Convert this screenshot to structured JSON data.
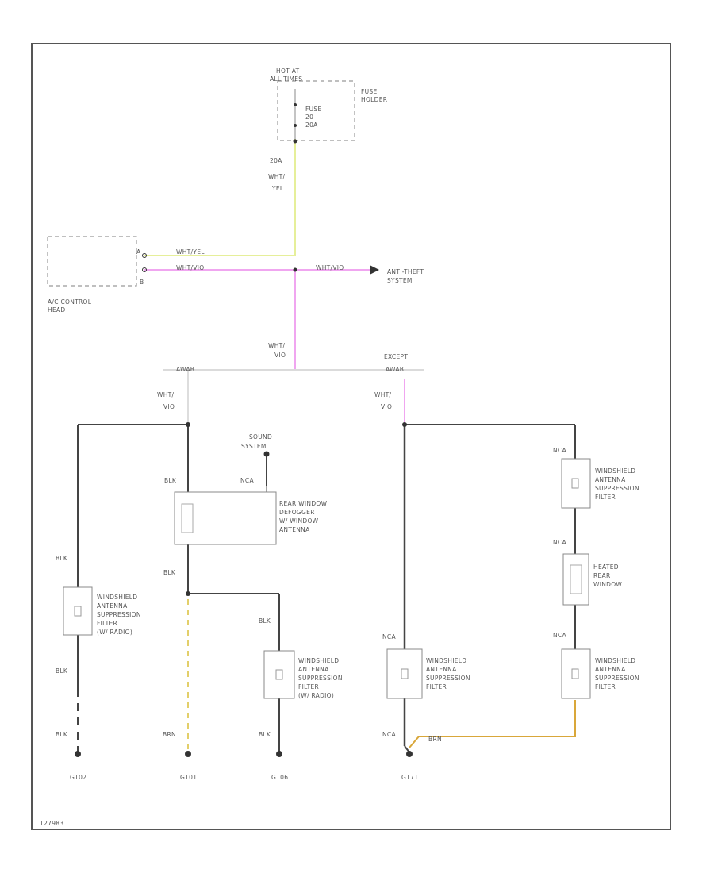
{
  "labels": {
    "hot_at": "HOT AT",
    "all_times": "ALL TIMES",
    "fuse_holder_1": "FUSE",
    "fuse_holder_2": "HOLDER",
    "fuse_1": "FUSE",
    "fuse_2": "20",
    "fuse_3": "20A",
    "w1_1": "20A",
    "w1_2": "WHT/",
    "w1_3": "YEL",
    "wire_wht_yel": "WHT/YEL",
    "wire_wht_vio_left": "WHT/VIO",
    "wire_wht_vio_right": "WHT/VIO",
    "ac_head_1": "A/C CONTROL",
    "ac_head_2": "HEAD",
    "antitheft_1": "ANTI-THEFT",
    "antitheft_2": "SYSTEM",
    "pin_a": "A",
    "pin_b": "B",
    "wv1_1": "WHT/",
    "wv1_2": "VIO",
    "branch_left": "AWAB",
    "branch_except": "EXCEPT",
    "branch_right": "AWAB",
    "wvl_1": "WHT/",
    "wvl_2": "VIO",
    "wvr_1": "WHT/",
    "wvr_2": "VIO",
    "sound_1": "SOUND",
    "sound_2": "SYSTEM",
    "blk_top": "BLK",
    "nca_top": "NCA",
    "rear_1": "REAR WINDOW",
    "rear_2": "DEFOGGER",
    "rear_3": "W/ WINDOW",
    "rear_4": "ANTENNA",
    "blk_left_upper": "BLK",
    "ws_left_1": "WINDSHIELD",
    "ws_left_2": "ANTENNA",
    "ws_left_3": "SUPPRESSION",
    "ws_left_4": "FILTER",
    "ws_left_5": "(W/ RADIO)",
    "blk_left_mid": "BLK",
    "blk_left_low": "BLK",
    "blk_mid": "BLK",
    "brn_mid": "BRN",
    "blk_c1": "BLK",
    "ws_c1_1": "WINDSHIELD",
    "ws_c1_2": "ANTENNA",
    "ws_c1_3": "SUPPRESSION",
    "ws_c1_4": "FILTER",
    "ws_c1_5": "(W/ RADIO)",
    "blk_c1_low": "BLK",
    "nca_c2": "NCA",
    "ws_c2_1": "WINDSHIELD",
    "ws_c2_2": "ANTENNA",
    "ws_c2_3": "SUPPRESSION",
    "ws_c2_4": "FILTER",
    "nca_c2_low": "NCA",
    "brn_c2": "BRN",
    "nca_r1": "NCA",
    "ws_r1_1": "WINDSHIELD",
    "ws_r1_2": "ANTENNA",
    "ws_r1_3": "SUPPRESSION",
    "ws_r1_4": "FILTER",
    "nca_r2": "NCA",
    "heat_1": "HEATED",
    "heat_2": "REAR",
    "heat_3": "WINDOW",
    "nca_r3": "NCA",
    "ws_r2_1": "WINDSHIELD",
    "ws_r2_2": "ANTENNA",
    "ws_r2_3": "SUPPRESSION",
    "ws_r2_4": "FILTER",
    "g_102": "G102",
    "g_101": "G101",
    "g_106": "G106",
    "g_171": "G171",
    "footer": "127983"
  },
  "colors": {
    "border": "#555555",
    "wire_yellow": "#e6ef9a",
    "wire_violet": "#f0a6f0",
    "wire_black": "#444444",
    "wire_gray": "#cfcfcf",
    "wire_brown": "#d9a73a",
    "wire_tan": "#e3cf6a"
  }
}
